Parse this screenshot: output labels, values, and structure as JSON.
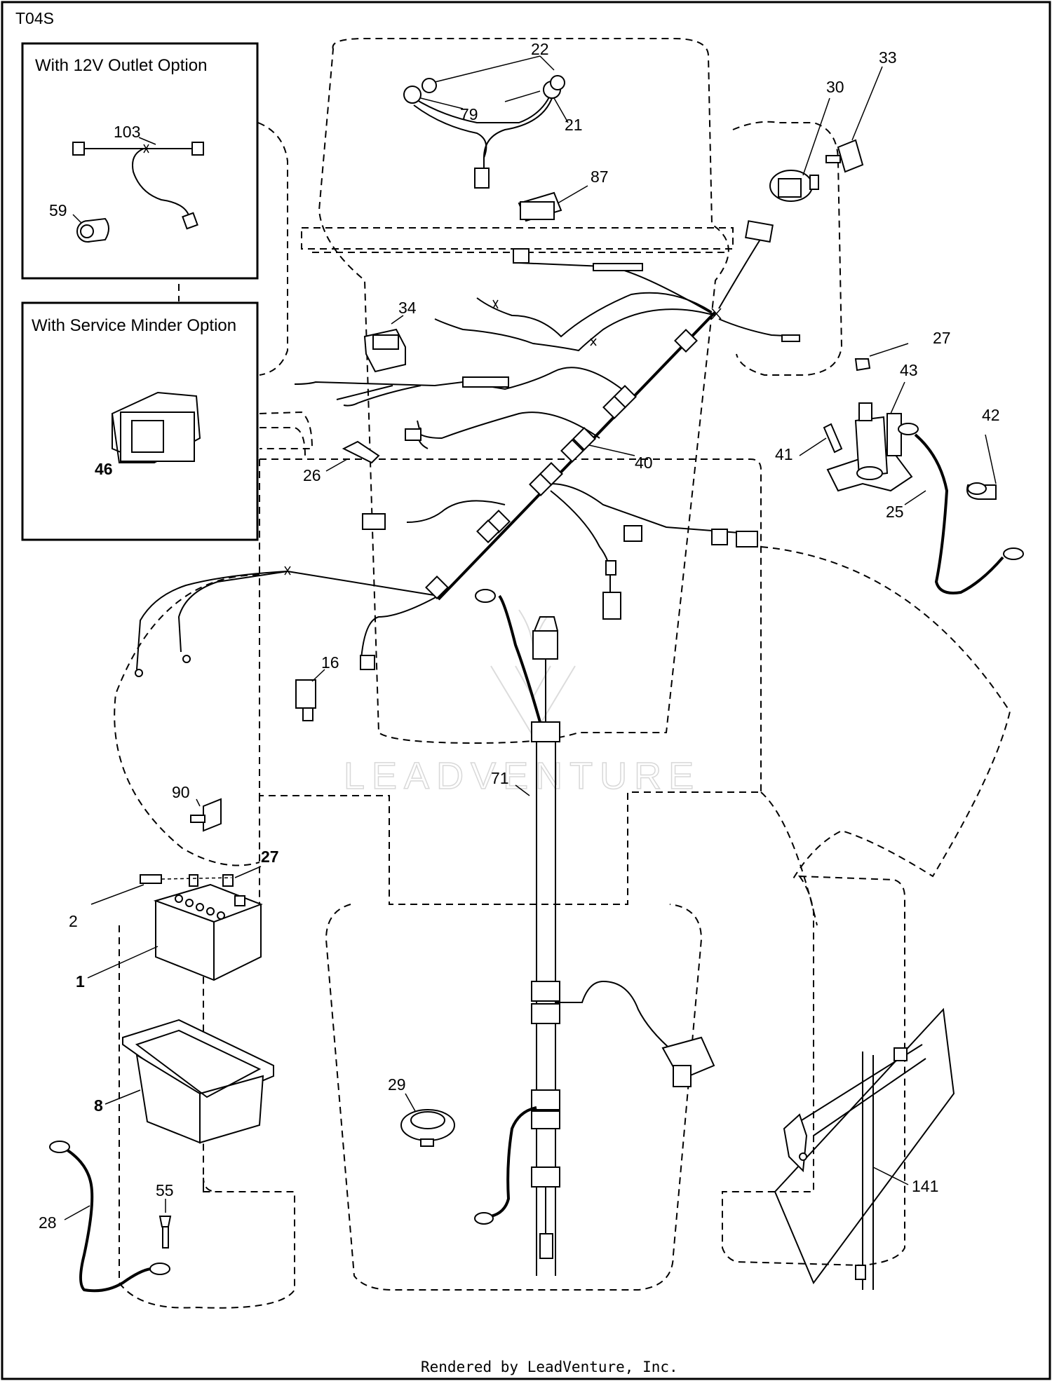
{
  "diagram_code": "T04S",
  "inset_12v": {
    "title": "With 12V Outlet Option",
    "labels": [
      "103",
      "59"
    ]
  },
  "inset_service": {
    "title": "With Service Minder Option",
    "labels": [
      "46"
    ]
  },
  "watermark": "LEADVENTURE",
  "footer": "Rendered by LeadVenture, Inc.",
  "callouts": {
    "p22": "22",
    "p79": "79",
    "p21": "21",
    "p87": "87",
    "p30": "30",
    "p33": "33",
    "p34": "34",
    "p27a": "27",
    "p43": "43",
    "p42": "42",
    "p41": "41",
    "p25": "25",
    "p40": "40",
    "p26": "26",
    "p16": "16",
    "p71": "71",
    "p90": "90",
    "p27b": "27",
    "p2": "2",
    "p1": "1",
    "p8": "8",
    "p29": "29",
    "p141": "141",
    "p28": "28",
    "p55": "55"
  }
}
